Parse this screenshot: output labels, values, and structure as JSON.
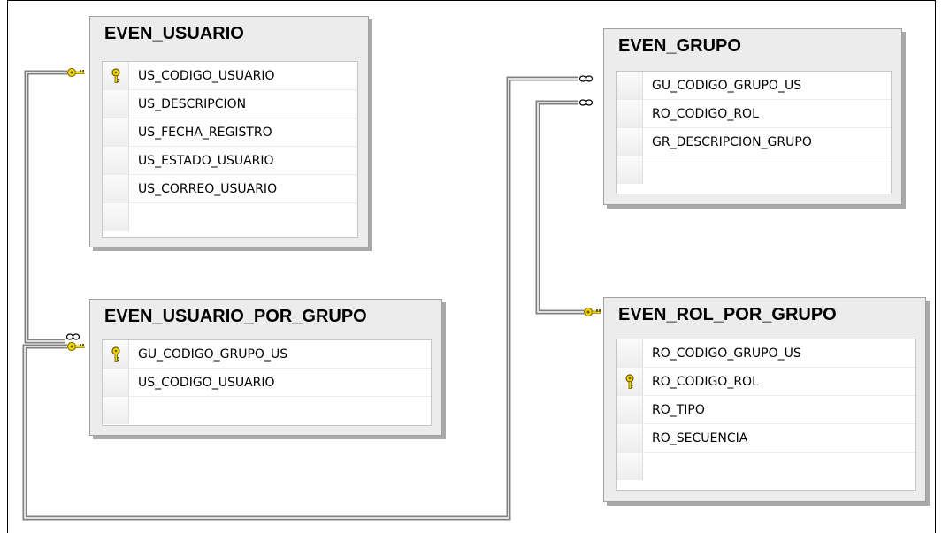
{
  "diagram": {
    "tables": [
      {
        "id": "even-usuario",
        "name": "EVEN_USUARIO",
        "columns": [
          {
            "name": "US_CODIGO_USUARIO",
            "primary_key": true
          },
          {
            "name": "US_DESCRIPCION",
            "primary_key": false
          },
          {
            "name": "US_FECHA_REGISTRO",
            "primary_key": false
          },
          {
            "name": "US_ESTADO_USUARIO",
            "primary_key": false
          },
          {
            "name": "US_CORREO_USUARIO",
            "primary_key": false
          }
        ]
      },
      {
        "id": "even-grupo",
        "name": "EVEN_GRUPO",
        "columns": [
          {
            "name": "GU_CODIGO_GRUPO_US",
            "primary_key": false
          },
          {
            "name": "RO_CODIGO_ROL",
            "primary_key": false
          },
          {
            "name": "GR_DESCRIPCION_GRUPO",
            "primary_key": false
          }
        ]
      },
      {
        "id": "even-usuario-por-grupo",
        "name": "EVEN_USUARIO_POR_GRUPO",
        "columns": [
          {
            "name": "GU_CODIGO_GRUPO_US",
            "primary_key": true
          },
          {
            "name": "US_CODIGO_USUARIO",
            "primary_key": false
          }
        ]
      },
      {
        "id": "even-rol-por-grupo",
        "name": "EVEN_ROL_POR_GRUPO",
        "columns": [
          {
            "name": "RO_CODIGO_GRUPO_US",
            "primary_key": false
          },
          {
            "name": "RO_CODIGO_ROL",
            "primary_key": true
          },
          {
            "name": "RO_TIPO",
            "primary_key": false
          },
          {
            "name": "RO_SECUENCIA",
            "primary_key": false
          }
        ]
      }
    ],
    "relationships": [
      {
        "from": "EVEN_USUARIO",
        "to": "EVEN_USUARIO_POR_GRUPO"
      },
      {
        "from": "EVEN_USUARIO_POR_GRUPO",
        "to": "EVEN_GRUPO"
      },
      {
        "from": "EVEN_ROL_POR_GRUPO",
        "to": "EVEN_GRUPO"
      }
    ],
    "colors": {
      "connector": "#808080",
      "key_yellow": "#f5d800",
      "key_outline": "#6b5a00",
      "infinity": "#000000"
    }
  }
}
